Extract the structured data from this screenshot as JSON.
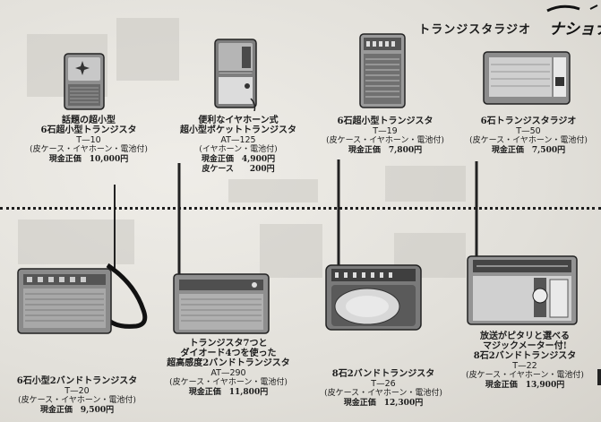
{
  "header": {
    "title": "トランジスタラジオ",
    "brand": "ナショナル"
  },
  "products": [
    {
      "name_lines": [
        "話題の超小型",
        "6石超小型トランジスタ"
      ],
      "model": "T—10",
      "accessories": "(皮ケース・イヤホーン・電池付)",
      "price_lines": [
        "現金正価　10,000円"
      ],
      "icon": "pocket-radio-icon"
    },
    {
      "name_lines": [
        "便利なイヤホーン式",
        "超小型ポケットトランジスタ"
      ],
      "model": "AT—125",
      "accessories": "(イヤホーン・電池付)",
      "price_lines": [
        "現金正価　4,900円",
        "皮ケース　　200円"
      ],
      "icon": "earphone-radio-icon"
    },
    {
      "name_lines": [
        "6石超小型トランジスタ"
      ],
      "model": "T—19",
      "accessories": "(皮ケース・イヤホーン・電池付)",
      "price_lines": [
        "現金正価　7,800円"
      ],
      "icon": "pocket-radio-icon"
    },
    {
      "name_lines": [
        "6石トランジスタラジオ"
      ],
      "model": "T—50",
      "accessories": "(皮ケース・イヤホーン・電池付)",
      "price_lines": [
        "現金正価　7,500円"
      ],
      "icon": "horizontal-radio-icon"
    },
    {
      "name_lines": [
        "6石小型2バンドトランジスタ"
      ],
      "model": "T—20",
      "accessories": "(皮ケース・イヤホーン・電池付)",
      "price_lines": [
        "現金正価　9,500円"
      ],
      "icon": "two-band-radio-icon"
    },
    {
      "name_lines": [
        "トランジスタ7つと",
        "ダイオード4つを使った",
        "超高感度2バンドトランジスタ"
      ],
      "model": "AT—290",
      "accessories": "(皮ケース・イヤホーン・電池付)",
      "price_lines": [
        "現金正価　11,800円"
      ],
      "icon": "two-band-radio-icon"
    },
    {
      "name_lines": [
        "8石2バンドトランジスタ"
      ],
      "model": "T—26",
      "accessories": "(皮ケース・イヤホーン・電池付)",
      "price_lines": [
        "現金正価　12,300円"
      ],
      "icon": "two-band-radio-icon"
    },
    {
      "name_lines": [
        "放送がピタリと選べる",
        "マジックメーター付!",
        "8石2バンドトランジスタ"
      ],
      "model": "T—22",
      "accessories": "(皮ケース・イヤホーン・電池付)",
      "price_lines": [
        "現金正価　13,900円"
      ],
      "icon": "two-band-radio-icon"
    }
  ]
}
